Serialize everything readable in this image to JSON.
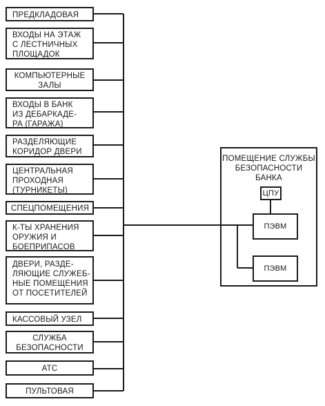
{
  "left_boxes": [
    {
      "lines": [
        "ПРЕДКЛАДОВАЯ"
      ]
    },
    {
      "lines": [
        "ВХОДЫ НА ЭТАЖ",
        "С ЛЕСТНИЧНЫХ",
        "ПЛОЩАДОК"
      ]
    },
    {
      "lines": [
        "КОМПЬЮТЕРНЫЕ",
        "ЗАЛЫ"
      ]
    },
    {
      "lines": [
        "ВХОДЫ В БАНК",
        "ИЗ ДЕБАРКАДЕ-",
        "РА (ГАРАЖА)"
      ]
    },
    {
      "lines": [
        "РАЗДЕЛЯЮЩИЕ",
        "КОРИДОР ДВЕРИ"
      ]
    },
    {
      "lines": [
        "ЦЕНТРАЛЬНАЯ",
        "ПРОХОДНАЯ",
        "(ТУРНИКЕТЫ)"
      ]
    },
    {
      "lines": [
        "СПЕЦПОМЕЩЕНИЯ"
      ]
    },
    {
      "lines": [
        "К-ТЫ ХРАНЕНИЯ",
        "ОРУЖИЯ И",
        "БОЕПРИПАСОВ"
      ]
    },
    {
      "lines": [
        "ДВЕРИ, РАЗДЕ-",
        "ЛЯЮЩИЕ СЛУЖЕБ-",
        "НЫЕ ПОМЕЩЕНИЯ",
        "ОТ ПОСЕТИТЕЛЕЙ"
      ]
    },
    {
      "lines": [
        "КАССОВЫЙ УЗЕЛ"
      ]
    },
    {
      "lines": [
        "СЛУЖБА",
        "БЕЗОПАСНОСТИ"
      ]
    },
    {
      "lines": [
        "АТС"
      ]
    },
    {
      "lines": [
        "ПУЛЬТОВАЯ"
      ]
    }
  ],
  "security_room": {
    "title_lines": [
      "ПОМЕЩЕНИЕ СЛУЖБЫ",
      "БЕЗОПАСНОСТИ",
      "БАНКА"
    ],
    "cpu_label": "ЦПУ",
    "pc1_label": "ПЭВМ",
    "pc2_label": "ПЭВМ"
  }
}
